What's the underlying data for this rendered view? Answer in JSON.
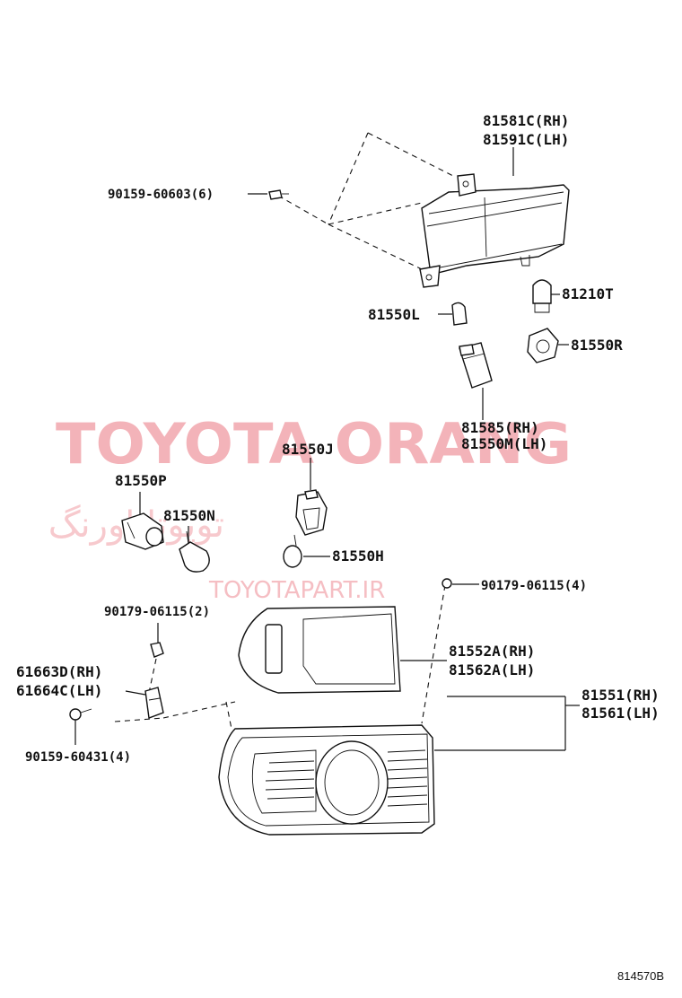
{
  "watermark": {
    "brand_latin": "TOYOTA ORANG",
    "brand_farsi": "تویوتا اورنگ",
    "site": "TOYOTAPART.IR"
  },
  "labels": {
    "p81581c": "81581C(RH)",
    "p81591c": "81591C(LH)",
    "p90159_60603": "90159-60603(6)",
    "p81210t": "81210T",
    "p81550l": "81550L",
    "p81550r": "81550R",
    "p81585": "81585(RH)",
    "p81550m": "81550M(LH)",
    "p81550j": "81550J",
    "p81550p": "81550P",
    "p81550n": "81550N",
    "p81550h": "81550H",
    "p90179_right": "90179-06115(4)",
    "p90179_left": "90179-06115(2)",
    "p81552a": "81552A(RH)",
    "p81562a": "81562A(LH)",
    "p61663d": "61663D(RH)",
    "p61664c": "61664C(LH)",
    "p81551": "81551(RH)",
    "p81561": "81561(LH)",
    "p90159_60431": "90159-60431(4)"
  },
  "diagram_code": "814570B"
}
